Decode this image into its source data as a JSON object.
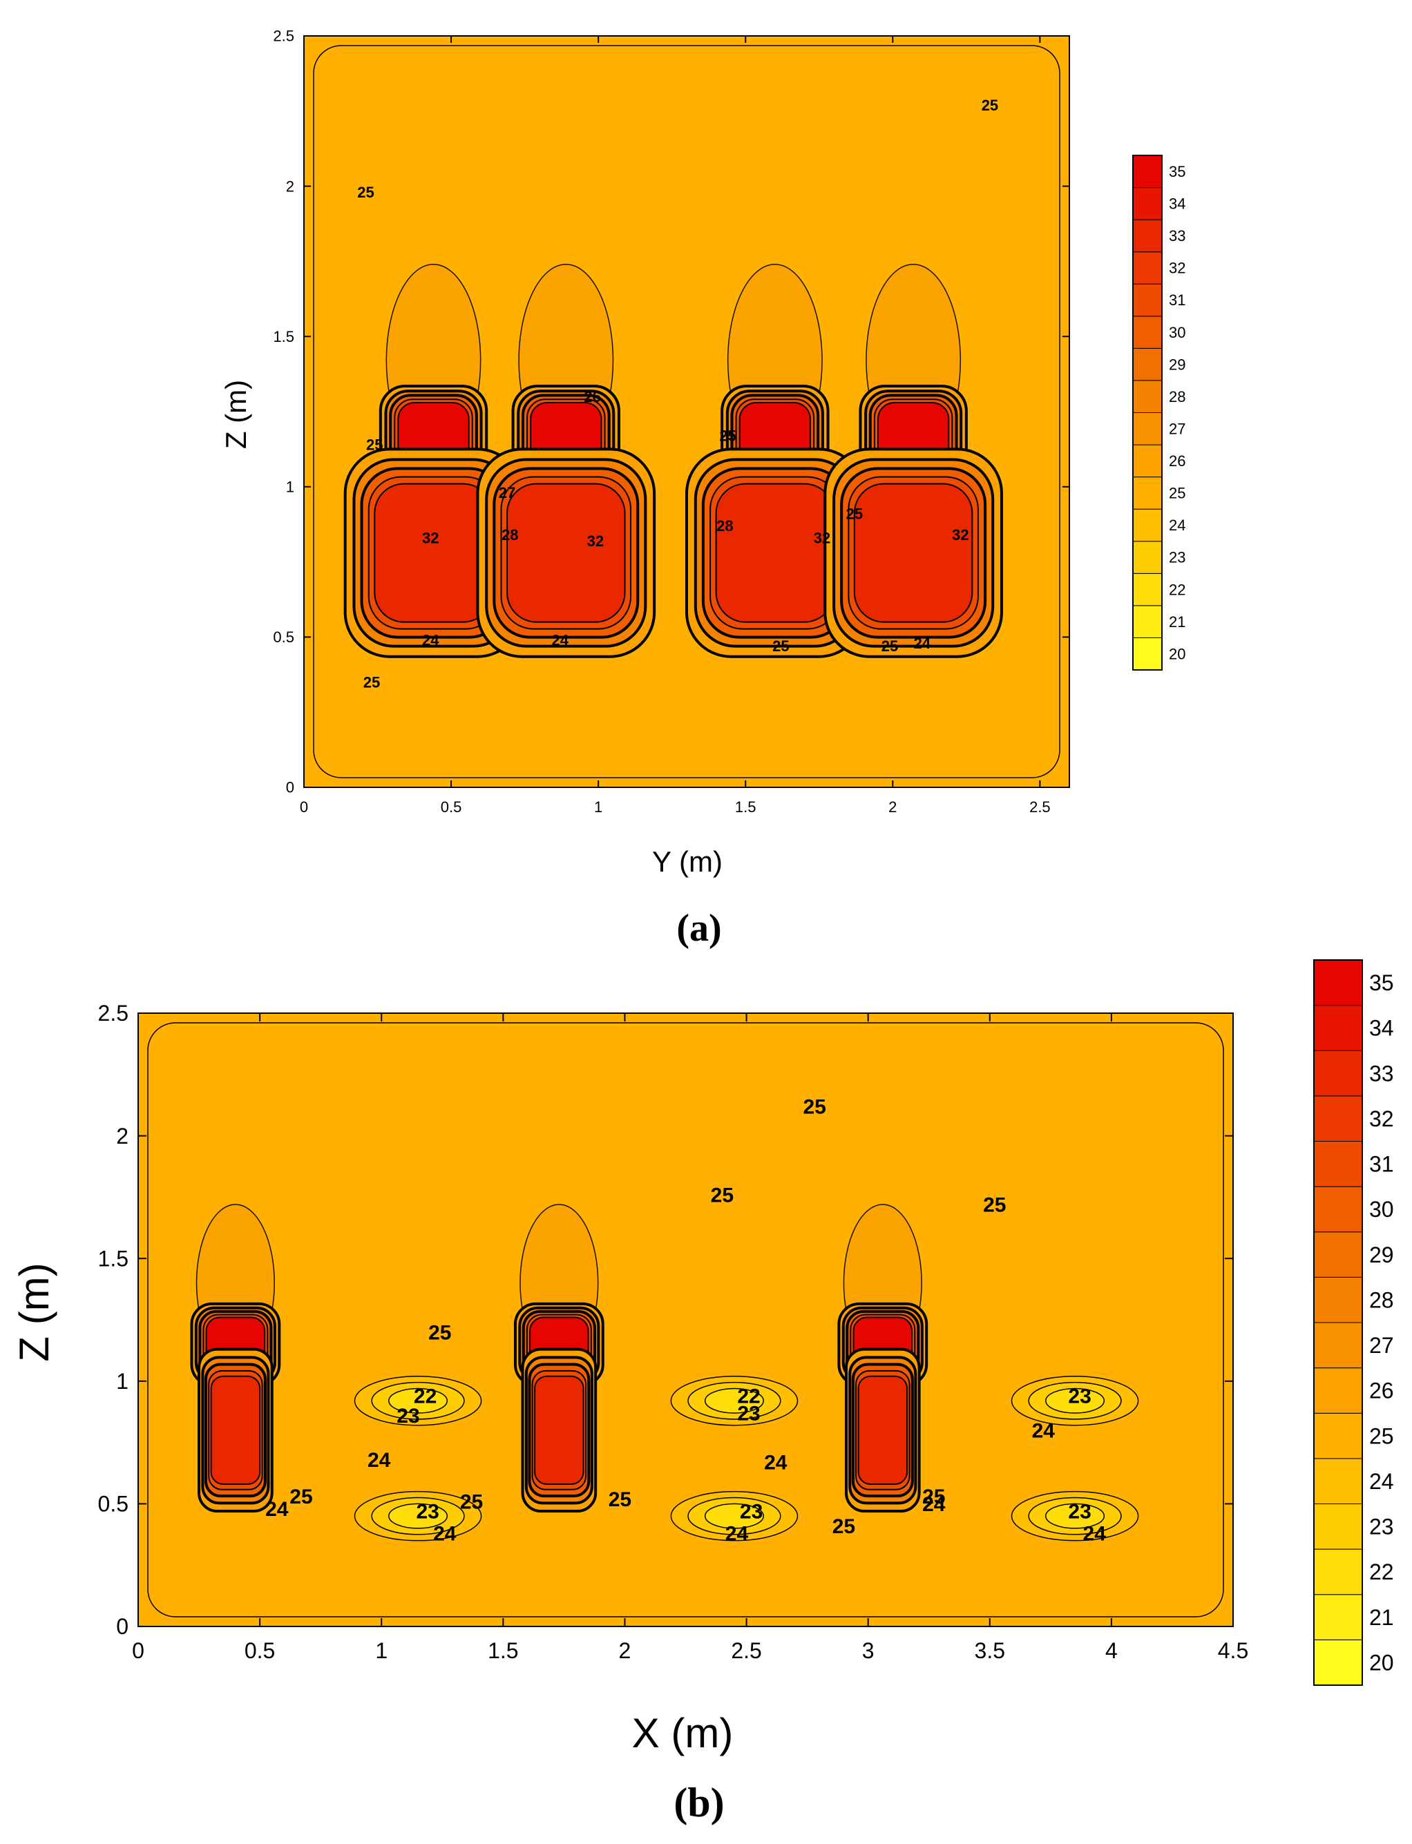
{
  "chart_data": [
    {
      "type": "heatmap",
      "panel_label": "(a)",
      "xlabel": "Y (m)",
      "ylabel": "Z (m)",
      "xlim": [
        0,
        2.6
      ],
      "ylim": [
        0,
        2.5
      ],
      "xticks": [
        "0",
        "0.5",
        "1",
        "1.5",
        "2",
        "2.5"
      ],
      "yticks": [
        "0",
        "0.5",
        "1",
        "1.5",
        "2",
        "2.5"
      ],
      "colorbar": {
        "range": [
          20,
          35
        ],
        "labels": [
          "20",
          "21",
          "22",
          "23",
          "24",
          "25",
          "26",
          "27",
          "28",
          "29",
          "30",
          "31",
          "32",
          "33",
          "34",
          "35"
        ],
        "colors": [
          "#fffb1a",
          "#ffec10",
          "#ffdd08",
          "#ffce02",
          "#ffbf00",
          "#ffb000",
          "#fba200",
          "#f89200",
          "#f58200",
          "#f27000",
          "#f05e00",
          "#ee4c00",
          "#ec3a00",
          "#ea2800",
          "#e81600",
          "#e60500"
        ]
      },
      "background_level": 25,
      "hot_zones": [
        {
          "x": 0.44,
          "y": 1.17,
          "value": 35
        },
        {
          "x": 0.89,
          "y": 1.17,
          "value": 35
        },
        {
          "x": 1.6,
          "y": 1.17,
          "value": 35
        },
        {
          "x": 2.07,
          "y": 1.17,
          "value": 35
        },
        {
          "x": 0.44,
          "y": 0.78,
          "value": 33
        },
        {
          "x": 0.89,
          "y": 0.78,
          "value": 33
        },
        {
          "x": 1.6,
          "y": 0.78,
          "value": 33
        },
        {
          "x": 2.07,
          "y": 0.78,
          "value": 33
        }
      ],
      "contour_labels": [
        {
          "text": "25",
          "x": 2.33,
          "y": 2.27
        },
        {
          "text": "25",
          "x": 0.21,
          "y": 1.98
        },
        {
          "text": "26",
          "x": 0.98,
          "y": 1.3
        },
        {
          "text": "25",
          "x": 0.24,
          "y": 1.14
        },
        {
          "text": "25",
          "x": 1.44,
          "y": 1.17
        },
        {
          "text": "27",
          "x": 0.69,
          "y": 0.98
        },
        {
          "text": "28",
          "x": 0.7,
          "y": 0.84
        },
        {
          "text": "32",
          "x": 0.43,
          "y": 0.83
        },
        {
          "text": "32",
          "x": 0.99,
          "y": 0.82
        },
        {
          "text": "28",
          "x": 1.43,
          "y": 0.87
        },
        {
          "text": "32",
          "x": 1.76,
          "y": 0.83
        },
        {
          "text": "25",
          "x": 1.87,
          "y": 0.91
        },
        {
          "text": "32",
          "x": 2.23,
          "y": 0.84
        },
        {
          "text": "24",
          "x": 0.43,
          "y": 0.49
        },
        {
          "text": "24",
          "x": 0.87,
          "y": 0.49
        },
        {
          "text": "25",
          "x": 1.62,
          "y": 0.47
        },
        {
          "text": "25",
          "x": 1.99,
          "y": 0.47
        },
        {
          "text": "24",
          "x": 2.1,
          "y": 0.48
        },
        {
          "text": "25",
          "x": 0.23,
          "y": 0.35
        }
      ]
    },
    {
      "type": "heatmap",
      "panel_label": "(b)",
      "xlabel": "X (m)",
      "ylabel": "Z (m)",
      "xlim": [
        0,
        4.5
      ],
      "ylim": [
        0,
        2.5
      ],
      "xticks": [
        "0",
        "0.5",
        "1",
        "1.5",
        "2",
        "2.5",
        "3",
        "3.5",
        "4",
        "4.5"
      ],
      "yticks": [
        "0",
        "0.5",
        "1",
        "1.5",
        "2",
        "2.5"
      ],
      "colorbar": {
        "range": [
          20,
          35
        ],
        "labels": [
          "20",
          "21",
          "22",
          "23",
          "24",
          "25",
          "26",
          "27",
          "28",
          "29",
          "30",
          "31",
          "32",
          "33",
          "34",
          "35"
        ],
        "colors": [
          "#fffb1a",
          "#ffec10",
          "#ffdd08",
          "#ffce02",
          "#ffbf00",
          "#ffb000",
          "#fba200",
          "#f89200",
          "#f58200",
          "#f27000",
          "#f05e00",
          "#ee4c00",
          "#ec3a00",
          "#ea2800",
          "#e81600",
          "#e60500"
        ]
      },
      "background_level": 25,
      "hot_zones": [
        {
          "x": 0.4,
          "y": 1.15,
          "value": 35
        },
        {
          "x": 1.73,
          "y": 1.15,
          "value": 35
        },
        {
          "x": 3.06,
          "y": 1.15,
          "value": 35
        },
        {
          "x": 0.4,
          "y": 0.8,
          "value": 33
        },
        {
          "x": 1.73,
          "y": 0.8,
          "value": 33
        },
        {
          "x": 3.06,
          "y": 0.8,
          "value": 33
        }
      ],
      "cool_zones": [
        {
          "x": 1.15,
          "y": 0.92,
          "value": 22
        },
        {
          "x": 2.45,
          "y": 0.92,
          "value": 22
        },
        {
          "x": 3.85,
          "y": 0.92,
          "value": 22
        },
        {
          "x": 1.15,
          "y": 0.45,
          "value": 22
        },
        {
          "x": 2.45,
          "y": 0.45,
          "value": 22
        },
        {
          "x": 3.85,
          "y": 0.45,
          "value": 22
        }
      ],
      "contour_labels": [
        {
          "text": "25",
          "x": 2.78,
          "y": 2.12
        },
        {
          "text": "25",
          "x": 2.4,
          "y": 1.76
        },
        {
          "text": "25",
          "x": 3.52,
          "y": 1.72
        },
        {
          "text": "25",
          "x": 1.24,
          "y": 1.2
        },
        {
          "text": "22",
          "x": 1.18,
          "y": 0.94
        },
        {
          "text": "23",
          "x": 1.11,
          "y": 0.86
        },
        {
          "text": "22",
          "x": 2.51,
          "y": 0.94
        },
        {
          "text": "23",
          "x": 2.51,
          "y": 0.87
        },
        {
          "text": "23",
          "x": 3.87,
          "y": 0.94
        },
        {
          "text": "24",
          "x": 3.72,
          "y": 0.8
        },
        {
          "text": "24",
          "x": 0.99,
          "y": 0.68
        },
        {
          "text": "24",
          "x": 2.62,
          "y": 0.67
        },
        {
          "text": "25",
          "x": 0.67,
          "y": 0.53
        },
        {
          "text": "24",
          "x": 0.57,
          "y": 0.48
        },
        {
          "text": "25",
          "x": 1.37,
          "y": 0.51
        },
        {
          "text": "25",
          "x": 1.98,
          "y": 0.52
        },
        {
          "text": "25",
          "x": 3.27,
          "y": 0.53
        },
        {
          "text": "24",
          "x": 3.27,
          "y": 0.5
        },
        {
          "text": "23",
          "x": 1.19,
          "y": 0.47
        },
        {
          "text": "24",
          "x": 1.26,
          "y": 0.38
        },
        {
          "text": "23",
          "x": 2.52,
          "y": 0.47
        },
        {
          "text": "24",
          "x": 2.46,
          "y": 0.38
        },
        {
          "text": "25",
          "x": 2.9,
          "y": 0.41
        },
        {
          "text": "23",
          "x": 3.87,
          "y": 0.47
        },
        {
          "text": "24",
          "x": 3.93,
          "y": 0.38
        }
      ]
    }
  ]
}
